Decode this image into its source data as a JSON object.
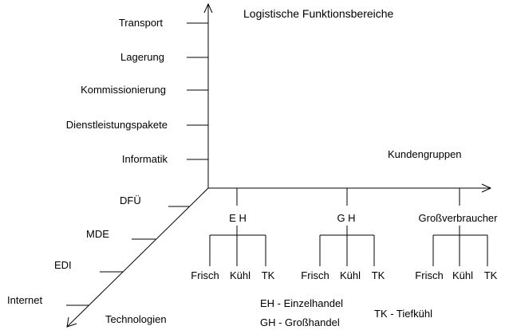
{
  "title": "Logistische Funktionsbereiche",
  "y_axis_items": [
    "Transport",
    "Lagerung",
    "Kommissionierung",
    "Dienstleistungspakete",
    "Informatik"
  ],
  "x_axis": {
    "label": "Kundengruppen",
    "groups": [
      {
        "name": "E H",
        "subs": [
          "Frisch",
          "Kühl",
          "TK"
        ]
      },
      {
        "name": "G H",
        "subs": [
          "Frisch",
          "Kühl",
          "TK"
        ]
      },
      {
        "name": "Großverbraucher",
        "subs": [
          "Frisch",
          "Kühl",
          "TK"
        ]
      }
    ]
  },
  "z_axis": {
    "label": "Technologien",
    "items": [
      "DFÜ",
      "MDE",
      "EDI",
      "Internet"
    ]
  },
  "legend": {
    "eh": "EH - Einzelhandel",
    "gh": "GH - Großhandel",
    "tk": "TK - Tiefkühl"
  }
}
